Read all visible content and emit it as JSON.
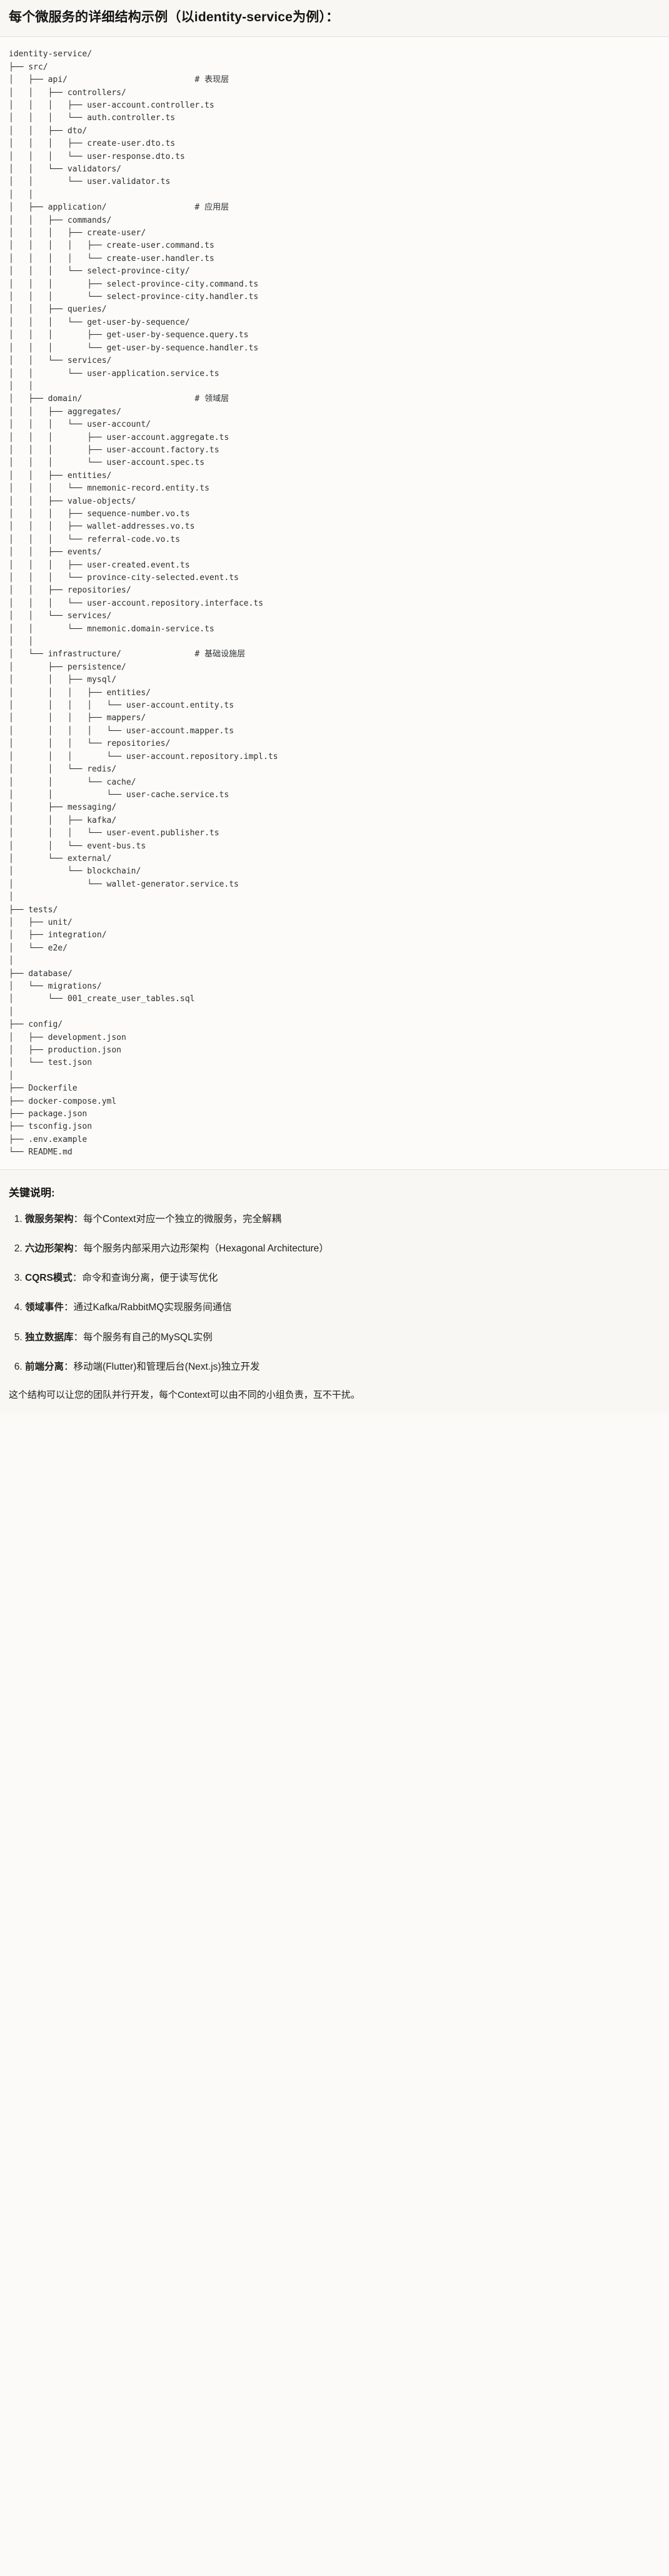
{
  "document": {
    "title": "每个微服务的详细结构示例（以identity-service为例）：",
    "tree": "identity-service/\n├── src/\n│   ├── api/                          # 表现层\n│   │   ├── controllers/\n│   │   │   ├── user-account.controller.ts\n│   │   │   └── auth.controller.ts\n│   │   ├── dto/\n│   │   │   ├── create-user.dto.ts\n│   │   │   └── user-response.dto.ts\n│   │   └── validators/\n│   │       └── user.validator.ts\n│   │\n│   ├── application/                  # 应用层\n│   │   ├── commands/\n│   │   │   ├── create-user/\n│   │   │   │   ├── create-user.command.ts\n│   │   │   │   └── create-user.handler.ts\n│   │   │   └── select-province-city/\n│   │   │       ├── select-province-city.command.ts\n│   │   │       └── select-province-city.handler.ts\n│   │   ├── queries/\n│   │   │   └── get-user-by-sequence/\n│   │   │       ├── get-user-by-sequence.query.ts\n│   │   │       └── get-user-by-sequence.handler.ts\n│   │   └── services/\n│   │       └── user-application.service.ts\n│   │\n│   ├── domain/                       # 领域层\n│   │   ├── aggregates/\n│   │   │   └── user-account/\n│   │   │       ├── user-account.aggregate.ts\n│   │   │       ├── user-account.factory.ts\n│   │   │       └── user-account.spec.ts\n│   │   ├── entities/\n│   │   │   └── mnemonic-record.entity.ts\n│   │   ├── value-objects/\n│   │   │   ├── sequence-number.vo.ts\n│   │   │   ├── wallet-addresses.vo.ts\n│   │   │   └── referral-code.vo.ts\n│   │   ├── events/\n│   │   │   ├── user-created.event.ts\n│   │   │   └── province-city-selected.event.ts\n│   │   ├── repositories/\n│   │   │   └── user-account.repository.interface.ts\n│   │   └── services/\n│   │       └── mnemonic.domain-service.ts\n│   │\n│   └── infrastructure/               # 基础设施层\n│       ├── persistence/\n│       │   ├── mysql/\n│       │   │   ├── entities/\n│       │   │   │   └── user-account.entity.ts\n│       │   │   ├── mappers/\n│       │   │   │   └── user-account.mapper.ts\n│       │   │   └── repositories/\n│       │   │       └── user-account.repository.impl.ts\n│       │   └── redis/\n│       │       └── cache/\n│       │           └── user-cache.service.ts\n│       ├── messaging/\n│       │   ├── kafka/\n│       │   │   └── user-event.publisher.ts\n│       │   └── event-bus.ts\n│       └── external/\n│           └── blockchain/\n│               └── wallet-generator.service.ts\n│\n├── tests/\n│   ├── unit/\n│   ├── integration/\n│   └── e2e/\n│\n├── database/\n│   └── migrations/\n│       └── 001_create_user_tables.sql\n│\n├── config/\n│   ├── development.json\n│   ├── production.json\n│   └── test.json\n│\n├── Dockerfile\n├── docker-compose.yml\n├── package.json\n├── tsconfig.json\n├── .env.example\n└── README.md"
  },
  "notes": {
    "heading": "关键说明:",
    "items": [
      {
        "term": "微服务架构",
        "sep": "：",
        "desc": "每个Context对应一个独立的微服务，完全解耦"
      },
      {
        "term": "六边形架构",
        "sep": "：",
        "desc": "每个服务内部采用六边形架构（Hexagonal Architecture）"
      },
      {
        "term": "CQRS模式",
        "sep": "：",
        "desc": "命令和查询分离，便于读写优化"
      },
      {
        "term": "领域事件",
        "sep": "：",
        "desc": "通过Kafka/RabbitMQ实现服务间通信"
      },
      {
        "term": "独立数据库",
        "sep": "：",
        "desc": "每个服务有自己的MySQL实例"
      },
      {
        "term": "前端分离",
        "sep": "：",
        "desc": "移动端(Flutter)和管理后台(Next.js)独立开发"
      }
    ],
    "closing": "这个结构可以让您的团队并行开发，每个Context可以由不同的小组负责，互不干扰。"
  },
  "colors": {
    "page_bg": "#fbfaf8",
    "code_bg": "#fcfbf9",
    "text": "#1f1f1f",
    "code_text": "#2b2f33",
    "rule": "#e3e1dc"
  }
}
